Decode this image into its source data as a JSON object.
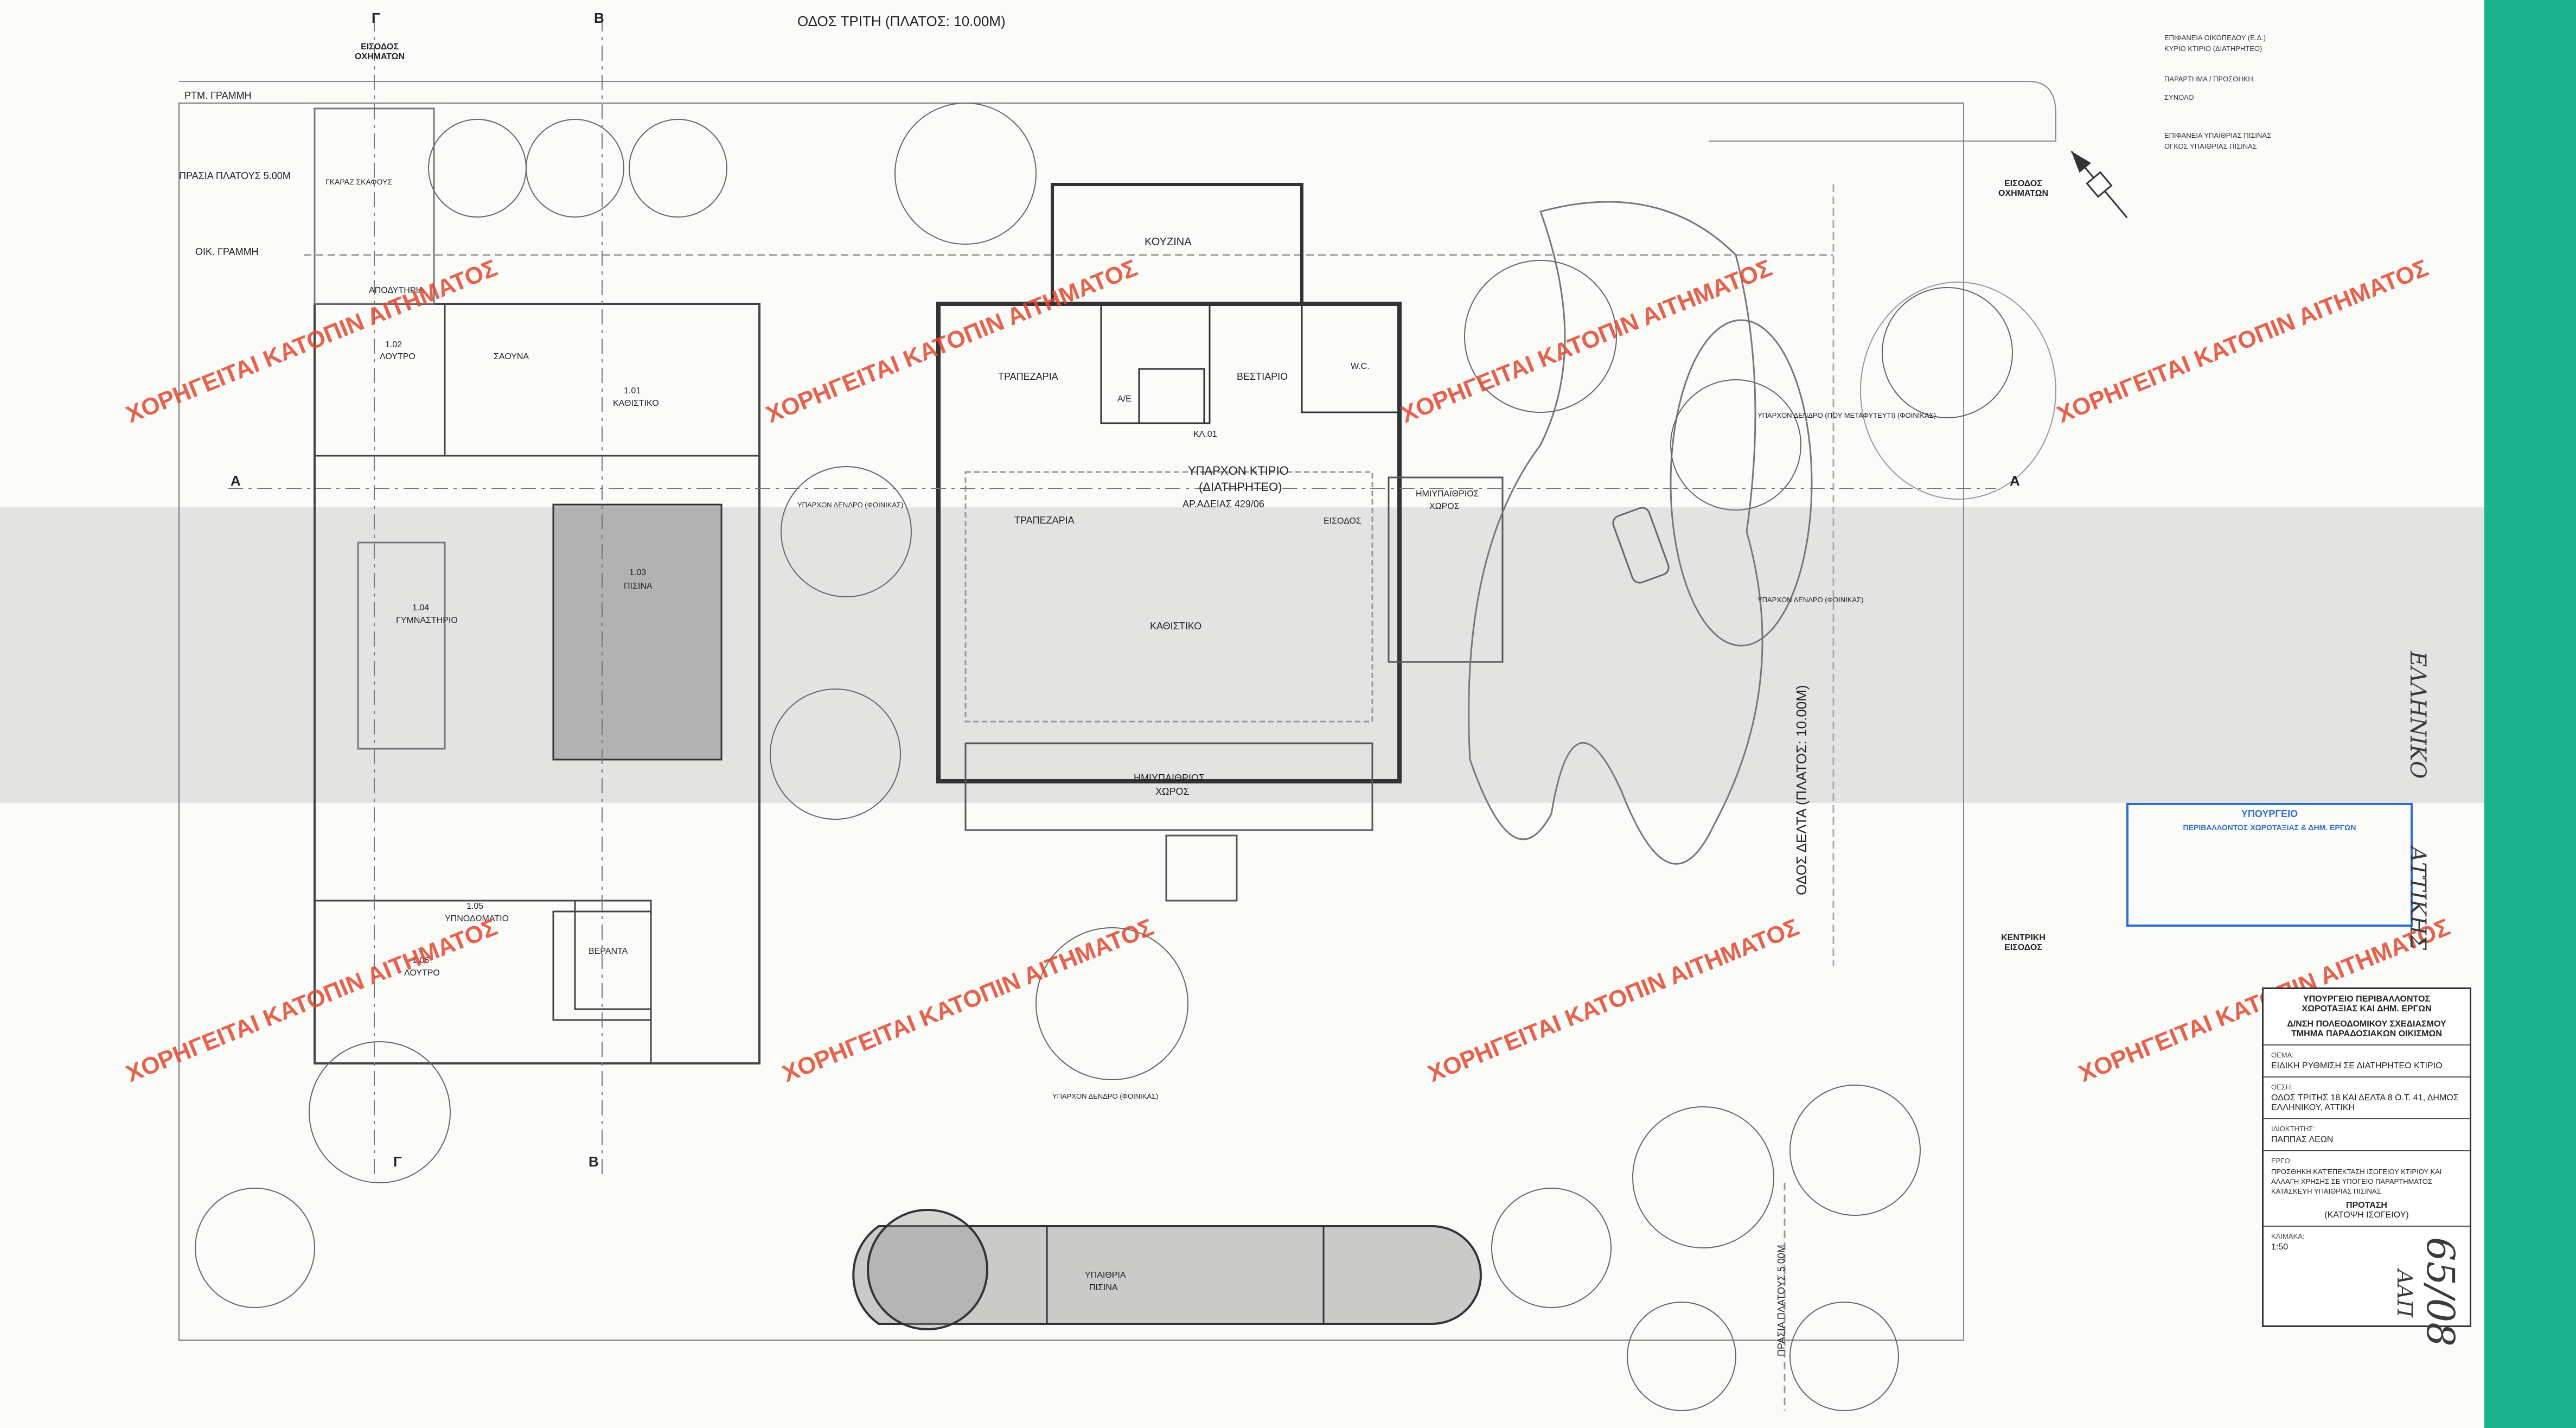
{
  "street_top": "ΟΔΟΣ ΤΡΙΤΗ (ΠΛΑΤΟΣ: 10.00Μ)",
  "street_right": "ΟΔΟΣ ΔΕΛΤΑ (ΠΛΑΤΟΣ: 10.00Μ)",
  "line_labels": {
    "rtm": "ΡΤΜ. ΓΡΑΜΜΗ",
    "oik": "ΟΙΚ. ΓΡΑΜΜΗ",
    "prasia_left": "ΠΡΑΣΙΑ ΠΛΑΤΟΥΣ 5.00Μ",
    "prasia_bottom": "ΠΡΑΣΙΑ ΠΛΑΤΟΥΣ 5.00Μ"
  },
  "sections": {
    "a": "Α",
    "g": "Γ",
    "v": "Β"
  },
  "entrances": {
    "vehicles_left": "ΕΙΣΟΔΟΣ ΟΧΗΜΑΤΩΝ",
    "vehicles_right": "ΕΙΣΟΔΟΣ ΟΧΗΜΑΤΩΝ",
    "main": "ΚΕΝΤΡΙΚΗ ΕΙΣΟΔΟΣ"
  },
  "rooms": {
    "kouzina": "ΚΟΥΖΙΝΑ",
    "trapezaria1": "ΤΡΑΠΕΖΑΡΙΑ",
    "trapezaria2": "ΤΡΑΠΕΖΑΡΙΑ",
    "kathistiko_main": "ΚΑΘΙΣΤΙΚΟ",
    "vestiario": "ΒΕΣΤΙΑΡΙΟ",
    "wc": "W.C.",
    "existing_l1": "ΥΠΑΡΧΟΝ ΚΤΙΡΙΟ",
    "existing_l2": "(ΔΙΑΤΗΡΗΤΕΟ)",
    "existing_l3": "ΑΡ.ΑΔΕΙΑΣ 429/06",
    "eisodos": "ΕΙΣΟΔΟΣ",
    "hmi_right_l1": "ΗΜΙΥΠΑΙΘΡΙΟΣ",
    "hmi_right_l2": "ΧΩΡΟΣ",
    "hmi_bottom_l1": "ΗΜΙΥΠΑΙΘΡΙΟΣ",
    "hmi_bottom_l2": "ΧΩΡΟΣ",
    "loutro1": "ΛΟΥΤΡΟ",
    "saouna": "ΣΑΟΥΝΑ",
    "apodytiria": "ΑΠΟΔΥΤΗΡΙΑ",
    "kathistiko_101": "ΚΑΘΙΣΤΙΚΟ",
    "gymnastirio": "ΓΥΜΝΑΣΤΗΡΙΟ",
    "pisina": "ΠΙΣΙΝΑ",
    "ypnodomatio": "ΥΠΝΟΔΩΜΑΤΙΟ",
    "loutro2": "ΛΟΥΤΡΟ",
    "veranta": "ΒΕΡΑΝΤΑ",
    "ypaithria_l1": "ΥΠΑΙΘΡΙΑ",
    "ypaithria_l2": "ΠΙΣΙΝΑ",
    "kl": "ΚΛ.01",
    "ae": "Α/Ε",
    "gkarazh": "ΓΚΑΡΑΖ ΣΚΑΦΟΥΣ"
  },
  "room_ids": [
    "1.01",
    "1.02",
    "1.03",
    "1.04",
    "1.05",
    "1.06"
  ],
  "tree_labels": {
    "t1": "ΥΠΑΡΧΟΝ ΔΕΝΔΡΟ (ΦΟΙΝΙΚΑΣ)",
    "t2": "ΥΠΑΡΧΟΝ ΔΕΝΔΡΟ (ΠΟΥ ΜΕΤΑΦΥΤΕΥΤΙ) (ΦΟΙΝΙΚΑΣ)",
    "t3": "ΥΠΑΡΧΟΝ ΔΕΝΔΡΟ (ΦΟΙΝΙΚΑΣ)",
    "t4": "ΥΠΑΡΧΟΝ ΔΕΝΔΡΟ (ΦΟΙΝΙΚΑΣ)"
  },
  "watermark": "ΧΟΡΗΓΕΙΤΑΙ ΚΑΤΟΠΙΝ ΑΙΤΗΜΑΤΟΣ",
  "stats_box": [
    "ΕΠΙΦΑΝΕΙΑ ΟΙΚΟΠΕΔΟΥ (Ε.Δ.)",
    "ΚΥΡΙΟ ΚΤΙΡΙΟ (ΔΙΑΤΗΡΗΤΕΟ)",
    "ΠΑΡΑΡΤΗΜΑ / ΠΡΟΣΘΗΚΗ",
    "ΣΥΝΟΛΟ",
    "ΕΠΙΦΑΝΕΙΑ ΥΠΑΙΘΡΙΑΣ ΠΙΣΙΝΑΣ",
    "ΟΓΚΟΣ ΥΠΑΙΘΡΙΑΣ ΠΙΣΙΝΑΣ"
  ],
  "stamp": {
    "title": "ΥΠΟΥΡΓΕΙΟ",
    "subtitle": "ΠΕΡΙΒΑΛΛΟΝΤΟΣ ΧΩΡΟΤΑΞΙΑΣ & ΔΗΜ. ΕΡΓΩΝ"
  },
  "title_block": {
    "ministry_l1": "ΥΠΟΥΡΓΕΙΟ ΠΕΡΙΒΑΛΛΟΝΤΟΣ",
    "ministry_l2": "ΧΩΡΟΤΑΞΙΑΣ ΚΑΙ ΔΗΜ. ΕΡΓΩΝ",
    "dept_l1": "Δ/ΝΣΗ ΠΟΛΕΟΔΟΜΙΚΟΥ ΣΧΕΔΙΑΣΜΟΥ",
    "dept_l2": "ΤΜΗΜΑ ΠΑΡΑΔΟΣΙΑΚΩΝ ΟΙΚΙΣΜΩΝ",
    "thema_k": "ΘΕΜΑ:",
    "thema_v": "ΕΙΔΙΚΗ ΡΥΘΜΙΣΗ ΣΕ ΔΙΑΤΗΡΗΤΕΟ ΚΤΙΡΙΟ",
    "thesi_k": "ΘΕΣΗ:",
    "thesi_v": "ΟΔΟΣ ΤΡΙΤΗΣ 18 ΚΑΙ ΔΕΛΤΑ 8 Ο.Τ. 41, ΔΗΜΟΣ ΕΛΛΗΝΙΚΟΥ, ΑΤΤΙΚΗ",
    "idioktitis_k": "ΙΔΙΟΚΤΗΤΗΣ:",
    "idioktitis_v": "ΠΑΠΠΑΣ ΛΕΩΝ",
    "ergo_k": "ΕΡΓΟ:",
    "ergo_v": "ΠΡΟΣΘΗΚΗ ΚΑΤ'ΕΠΕΚΤΑΣΗ ΙΣΟΓΕΙΟΥ ΚΤΙΡΙΟΥ ΚΑΙ ΑΛΛΑΓΗ ΧΡΗΣΗΣ ΣΕ ΥΠΟΓΕΙΟ ΠΑΡΑΡΤΗΜΑΤΟΣ ΚΑΤΑΣΚΕΥΗ ΥΠΑΙΘΡΙΑΣ ΠΙΣΙΝΑΣ",
    "protasi": "ΠΡΟΤΑΣΗ",
    "protasi_sub": "(ΚΑΤΟΨΗ ΙΣΟΓΕΙΟΥ)",
    "klimaka_k": "ΚΛΙΜΑΚΑ:",
    "klimaka_v": "1:50"
  },
  "handwriting": {
    "h1": "ΕΛΛΗΝΙΚΟ",
    "h2": "ΑΤΤΙΚΗΣ",
    "h3": "65/08",
    "h4": "ΑΑΠ"
  }
}
